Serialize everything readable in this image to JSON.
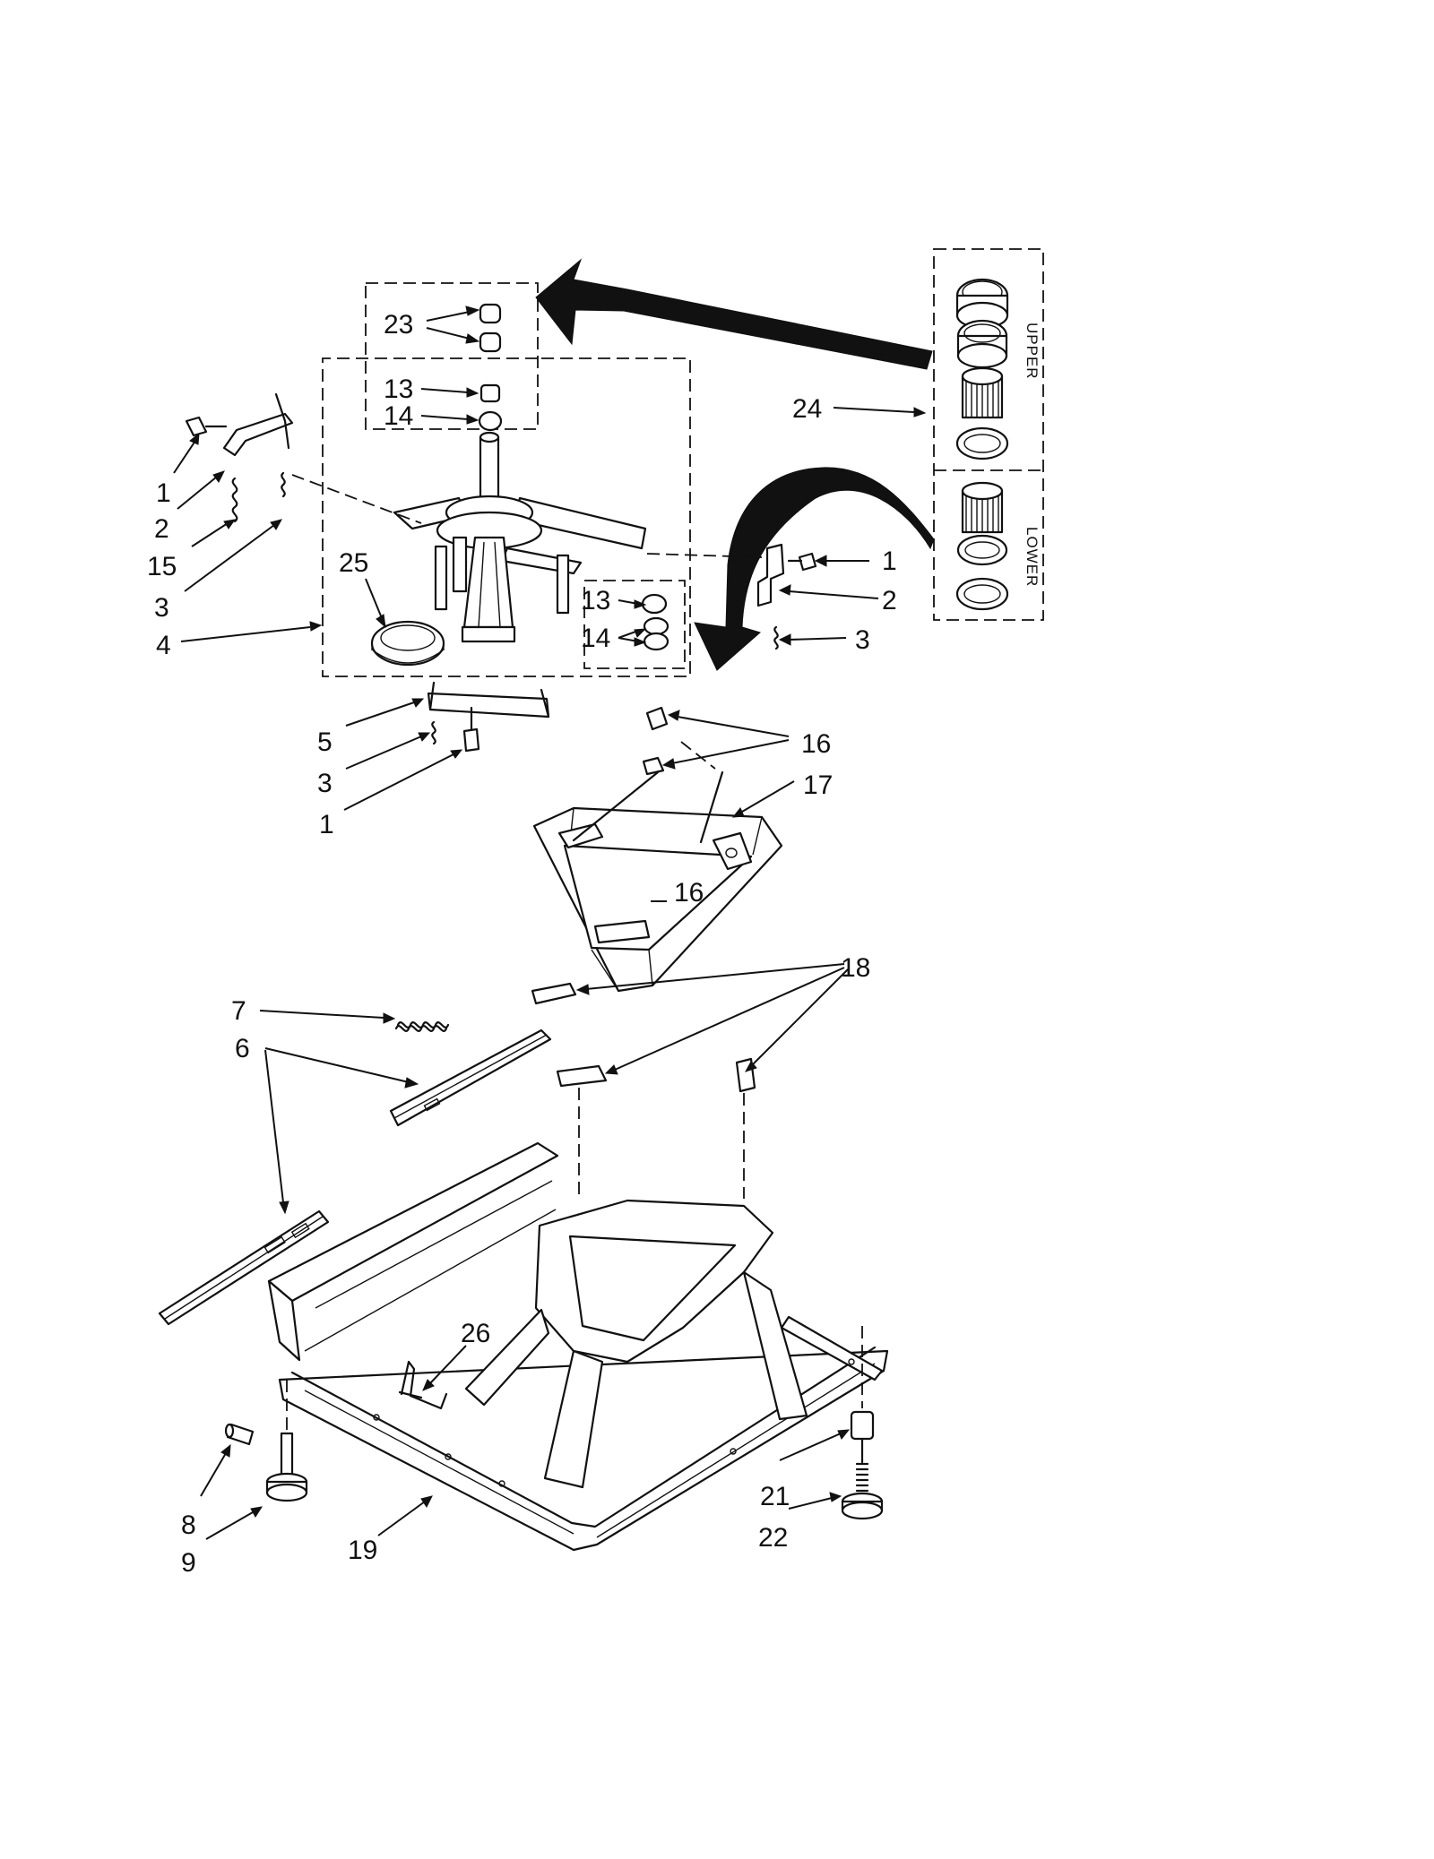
{
  "callouts": {
    "c1a": "1",
    "c2a": "2",
    "c15": "15",
    "c3a": "3",
    "c4": "4",
    "c25": "25",
    "c23": "23",
    "c13a": "13",
    "c14a": "14",
    "c24": "24",
    "c1b": "1",
    "c2b": "2",
    "c3b": "3",
    "c13b": "13",
    "c14b": "14",
    "c5": "5",
    "c3c": "3",
    "c1c": "1",
    "c16a": "16",
    "c17": "17",
    "c16b": "16",
    "c7": "7",
    "c6": "6",
    "c18": "18",
    "c26": "26",
    "c8": "8",
    "c9": "9",
    "c19": "19",
    "c21": "21",
    "c22": "22"
  },
  "group_labels": {
    "upper": "UPPER",
    "lower": "LOWER"
  }
}
